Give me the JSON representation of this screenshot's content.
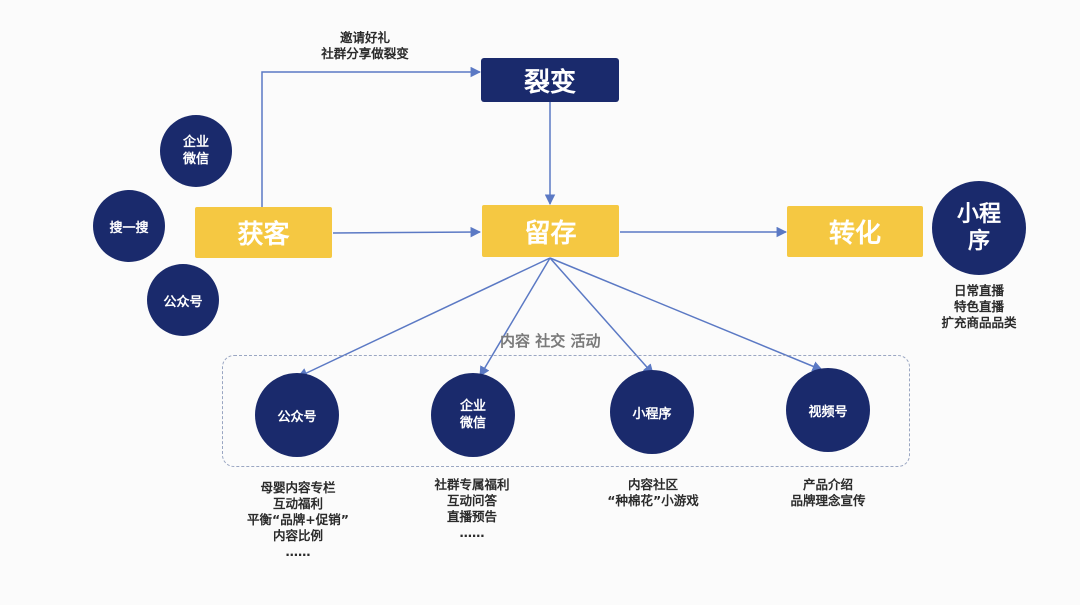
{
  "colors": {
    "yellow": "#f5c842",
    "navy": "#1a2a6c",
    "arrow": "#5b79c4"
  },
  "nodes": {
    "fission": "裂变",
    "acquire": "获客",
    "retain": "留存",
    "convert": "转化",
    "miniprogram_top": [
      "小程",
      "序"
    ]
  },
  "top_note": [
    "邀请好礼",
    "社群分享做裂变"
  ],
  "left_circles": {
    "wecom": [
      "企业",
      "微信"
    ],
    "search": "搜一搜",
    "official": "公众号"
  },
  "right_note": [
    "日常直播",
    "特色直播",
    "扩充商品品类"
  ],
  "mid_label": "内容 社交 活动",
  "channels": [
    {
      "label": [
        "公众号"
      ],
      "notes": [
        "母婴内容专栏",
        "互动福利",
        "平衡“品牌+促销”",
        "内容比例",
        "……"
      ]
    },
    {
      "label": [
        "企业",
        "微信"
      ],
      "notes": [
        "社群专属福利",
        "互动问答",
        "直播预告",
        "……"
      ]
    },
    {
      "label": [
        "小程序"
      ],
      "notes": [
        "内容社区",
        "“种棉花”小游戏"
      ]
    },
    {
      "label": [
        "视频号"
      ],
      "notes": [
        "产品介绍",
        "品牌理念宣传"
      ]
    }
  ]
}
